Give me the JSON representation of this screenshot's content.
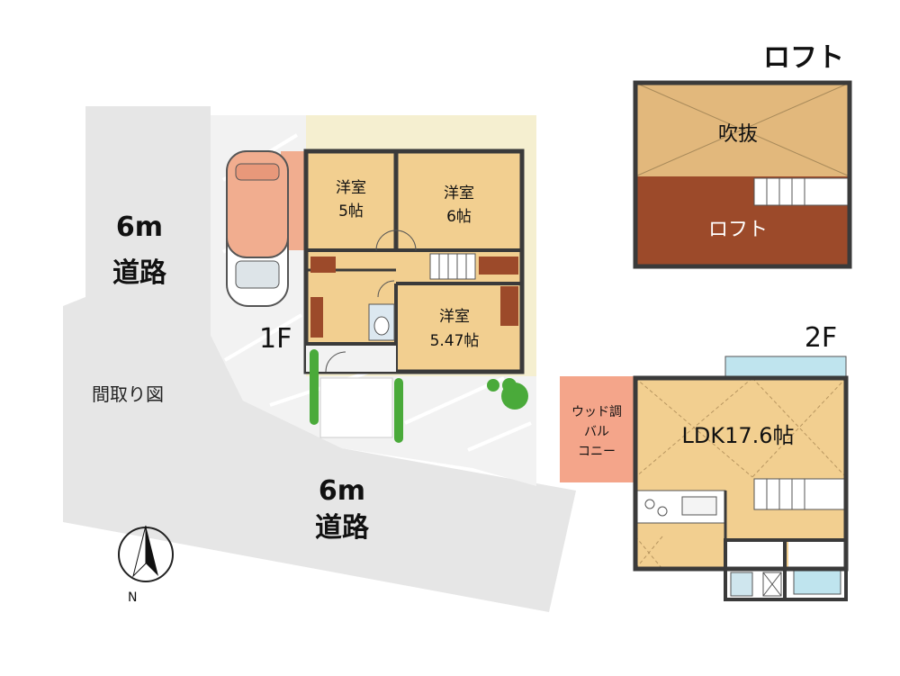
{
  "roads": {
    "west_width": "6m",
    "west_name": "道路",
    "south_width": "6m",
    "south_name": "道路"
  },
  "diagram_caption": "間取り図",
  "compass_label": "N",
  "floors": {
    "first": {
      "label": "1F",
      "rooms": [
        {
          "name": "洋室",
          "size": "5帖"
        },
        {
          "name": "洋室",
          "size": "6帖"
        },
        {
          "name": "洋室",
          "size": "5.47帖"
        }
      ]
    },
    "second": {
      "label": "2F",
      "balcony": [
        "ウッド調",
        "バル",
        "コニー"
      ],
      "ldk": "LDK17.6帖"
    },
    "loft": {
      "label": "ロフト",
      "void": "吹抜",
      "loft_room": "ロフト"
    }
  },
  "colors": {
    "road": "#e6e6e6",
    "lot": "#f2f2f2",
    "wall": "#3a3a3a",
    "floor": "#f2cf90",
    "balcony": "#f4a58a",
    "loft_room": "#9c4a2a",
    "greenery": "#4aaa3a",
    "yard": "#f5efd0",
    "window": "#bfe4ee"
  }
}
